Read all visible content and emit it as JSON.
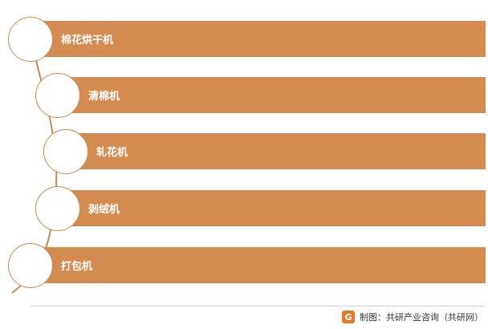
{
  "steps": [
    {
      "label": "棉花烘干机"
    },
    {
      "label": "清棉机"
    },
    {
      "label": "轧花机"
    },
    {
      "label": "剥绒机"
    },
    {
      "label": "打包机"
    }
  ],
  "footer": {
    "logo_text": "G",
    "source": "制图：共研产业咨询（共研网）"
  },
  "colors": {
    "band": "#d38b4f",
    "node_border": "#c98a52",
    "logo": "#e07a28"
  }
}
